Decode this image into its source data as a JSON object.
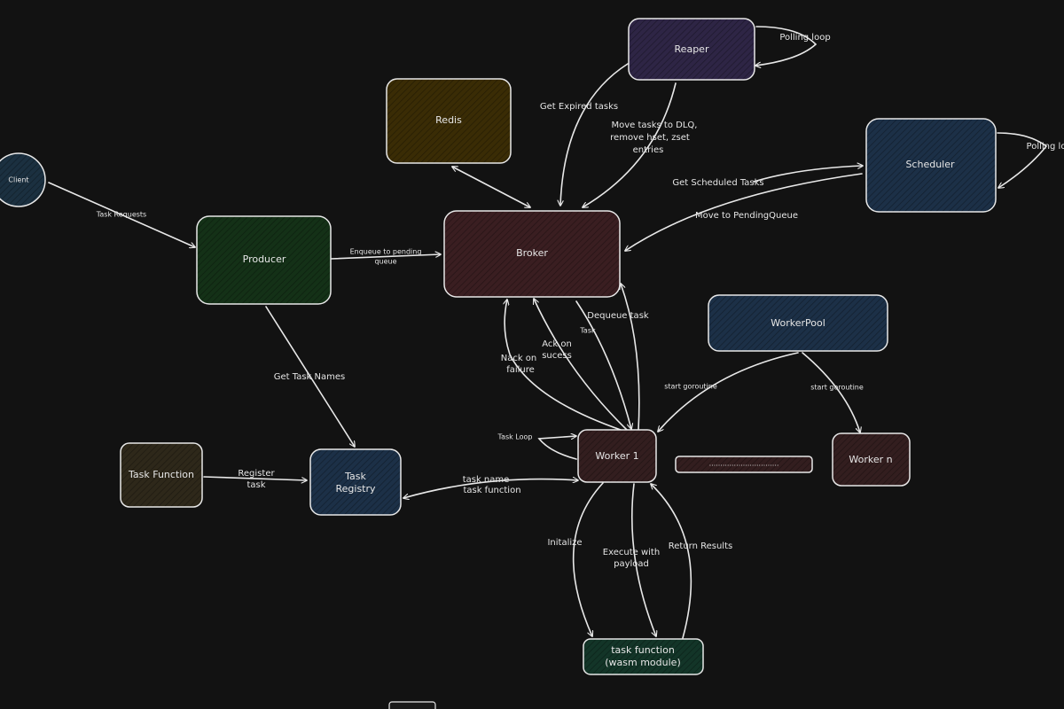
{
  "diagram": {
    "nodes": {
      "client": {
        "label": "Client"
      },
      "redis": {
        "label": "Redis"
      },
      "reaper": {
        "label": "Reaper"
      },
      "scheduler": {
        "label": "Scheduler"
      },
      "producer": {
        "label": "Producer"
      },
      "broker": {
        "label": "Broker"
      },
      "workerpool": {
        "label": "WorkerPool"
      },
      "task_function": {
        "label": "Task Function"
      },
      "task_registry": {
        "line1": "Task",
        "line2": "Registry"
      },
      "worker1": {
        "label": "Worker 1"
      },
      "ellipsis": {
        "label": "..............................."
      },
      "worker_n": {
        "label": "Worker n"
      },
      "wasm": {
        "line1": "task function",
        "line2": "(wasm module)"
      }
    },
    "edges": {
      "task_requests": "Task Requests",
      "enqueue_1": "Enqueue to pending",
      "enqueue_2": "queue",
      "get_expired": "Get Expired tasks",
      "move_dlq_1": "Move tasks to DLQ,",
      "move_dlq_2": "remove hset, zset",
      "move_dlq_3": "entries",
      "polling_reaper": "Polling loop",
      "polling_scheduler": "Polling lo",
      "get_scheduled": "Get Scheduled Tasks",
      "move_pending": "Move to PendingQueue",
      "get_task_names": "Get Task Names",
      "dequeue_task": "Dequeue task",
      "task": "Task",
      "ack_1": "Ack on",
      "ack_2": "sucess",
      "nack_1": "Nack on",
      "nack_2": "failure",
      "start_goroutine_1": "start goroutine",
      "start_goroutine_n": "start goroutine",
      "task_loop": "Task Loop",
      "register_1": "Register",
      "register_2": "task",
      "task_name": "task name",
      "task_function_edge": "task function",
      "initialize": "Initalize",
      "execute_1": "Execute with",
      "execute_2": "payload",
      "return_results": "Return Results"
    },
    "colors": {
      "background": "#121212",
      "line": "#e8e8e8",
      "client": "#1b3040",
      "redis": "#3a2c05",
      "reaper": "#2e2545",
      "scheduler": "#1c3047",
      "producer": "#143117",
      "broker": "#3a1e21",
      "workerpool": "#1c3047",
      "task_function": "#2e281a",
      "task_registry": "#1c3047",
      "worker": "#331e1f",
      "wasm": "#133528"
    }
  }
}
